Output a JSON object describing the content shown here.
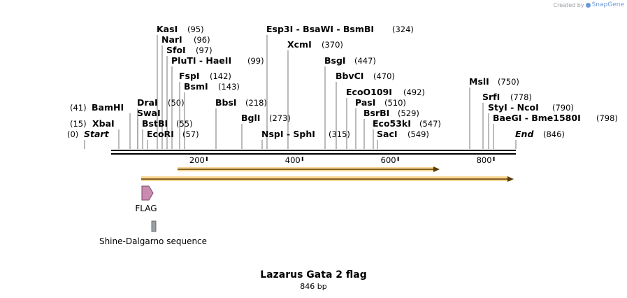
{
  "credit": {
    "prefix": "Created by",
    "brand": "SnapGene"
  },
  "title": "Lazarus Gata 2 flag",
  "subtitle": "846 bp",
  "sequence_length": 846,
  "axis_ticks": [
    "200",
    "400",
    "600",
    "800"
  ],
  "sites": [
    {
      "name": "Start",
      "pos": "(0)",
      "bp": 0,
      "special": true
    },
    {
      "name": "XbaI",
      "pos": "(15)",
      "bp": 15
    },
    {
      "name": "BamHI",
      "pos": "(41)",
      "bp": 41
    },
    {
      "name": "KasI",
      "pos": "(95)",
      "bp": 95
    },
    {
      "name": "NarI",
      "pos": "(96)",
      "bp": 96
    },
    {
      "name": "SfoI",
      "pos": "(97)",
      "bp": 97
    },
    {
      "name": "PluTI  - HaeII",
      "pos": "(99)",
      "bp": 99
    },
    {
      "name": "DraI",
      "pos": "(50)",
      "bp": 50
    },
    {
      "name": "SwaI",
      "pos": "",
      "bp": 50
    },
    {
      "name": "BstBI",
      "pos": "(55)",
      "bp": 55
    },
    {
      "name": "EcoRI",
      "pos": "(57)",
      "bp": 57
    },
    {
      "name": "FspI",
      "pos": "(142)",
      "bp": 142
    },
    {
      "name": "BsmI",
      "pos": "(143)",
      "bp": 143
    },
    {
      "name": "BbsI",
      "pos": "(218)",
      "bp": 218
    },
    {
      "name": "BglI",
      "pos": "(273)",
      "bp": 273
    },
    {
      "name": "Esp3I  - BsaWI  - BsmBI",
      "pos": "(324)",
      "bp": 324
    },
    {
      "name": "NspI  - SphI",
      "pos": "(315)",
      "bp": 315
    },
    {
      "name": "XcmI",
      "pos": "(370)",
      "bp": 370
    },
    {
      "name": "BsgI",
      "pos": "(447)",
      "bp": 447
    },
    {
      "name": "BbvCI",
      "pos": "(470)",
      "bp": 470
    },
    {
      "name": "EcoO109I",
      "pos": "(492)",
      "bp": 492
    },
    {
      "name": "PasI",
      "pos": "(510)",
      "bp": 510
    },
    {
      "name": "BsrBI",
      "pos": "(529)",
      "bp": 529
    },
    {
      "name": "Eco53kI",
      "pos": "(547)",
      "bp": 547
    },
    {
      "name": "SacI",
      "pos": "(549)",
      "bp": 549
    },
    {
      "name": "MslI",
      "pos": "(750)",
      "bp": 750
    },
    {
      "name": "SrfI",
      "pos": "(778)",
      "bp": 778
    },
    {
      "name": "StyI  - NcoI",
      "pos": "(790)",
      "bp": 790
    },
    {
      "name": "BaeGI  - Bme1580I",
      "pos": "(798)",
      "bp": 798
    },
    {
      "name": "End",
      "pos": "(846)",
      "bp": 846,
      "special": true
    }
  ],
  "features": [
    {
      "name": "FLAG",
      "type": "arrow",
      "color": "#c98bb0"
    },
    {
      "name": "Shine-Dalgarno sequence",
      "type": "box",
      "color": "#9aa0a6"
    }
  ],
  "orf_color": "#f2b43c"
}
